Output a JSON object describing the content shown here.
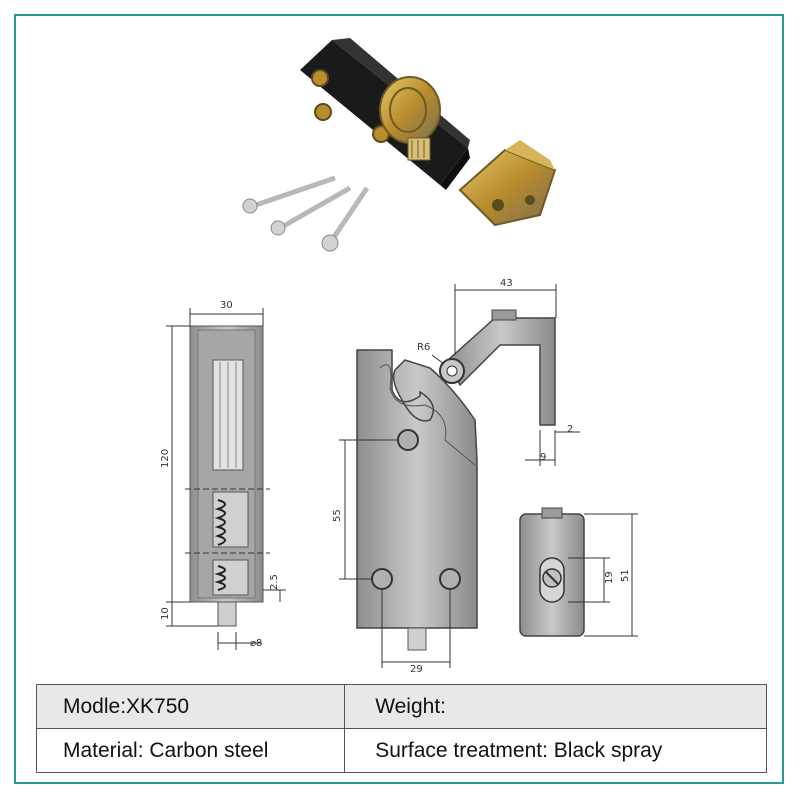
{
  "dimensions": {
    "side_width": "30",
    "side_height": "120",
    "pin_offset": "10",
    "spring_gap": "2.5",
    "pin_dia": "8",
    "radius": "R6",
    "hook_width": "43",
    "hook_thickness": "2",
    "hook_offset": "9",
    "hole_spacing": "55",
    "base_width": "29",
    "slot_height": "19",
    "block_height": "51"
  },
  "specs": {
    "model": "Modle:XK750",
    "weight": "Weight:",
    "material": "Material: Carbon steel",
    "surface": "Surface treatment: Black spray"
  }
}
